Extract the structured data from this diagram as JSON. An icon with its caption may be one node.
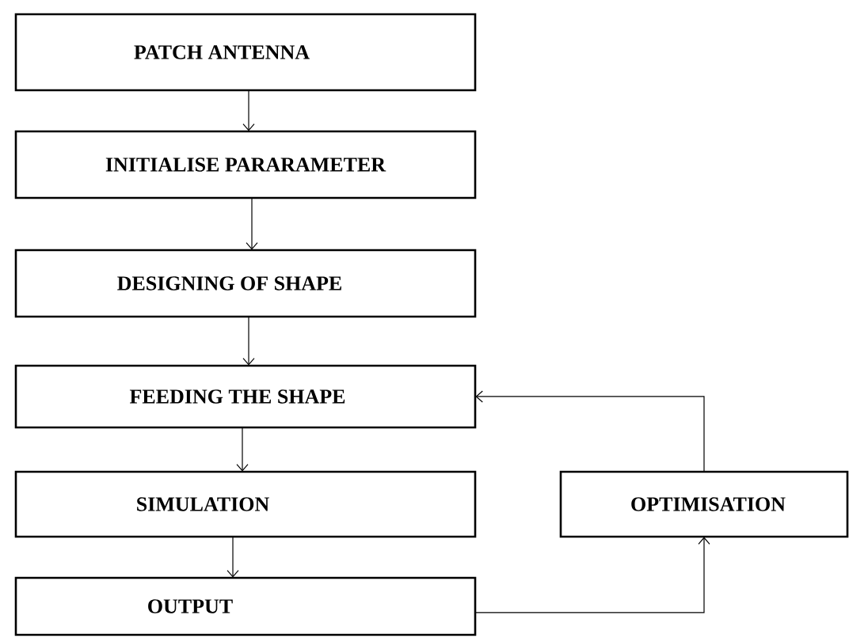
{
  "diagram": {
    "nodes": [
      {
        "text": [
          "PATCH ANTENNA"
        ]
      },
      {
        "text": [
          "INITIALISE PARARAMETER"
        ]
      },
      {
        "text": [
          "DESIGNING OF SHAPE"
        ]
      },
      {
        "text": [
          "FEEDING THE SHAPE"
        ]
      },
      {
        "text": [
          "SIMULATION"
        ]
      },
      {
        "text": [
          "OUTPUT"
        ]
      },
      {
        "text": [
          "OPTIMISATION"
        ]
      }
    ],
    "edges": [
      {
        "from": 0,
        "to": 1,
        "arrow": "to"
      },
      {
        "from": 1,
        "to": 2,
        "arrow": "to"
      },
      {
        "from": 2,
        "to": 3,
        "arrow": "to"
      },
      {
        "from": 3,
        "to": 4,
        "arrow": "to"
      },
      {
        "from": 4,
        "to": 5,
        "arrow": "to"
      },
      {
        "from": 5,
        "to": 6,
        "arrow": "to"
      },
      {
        "from": 6,
        "to": 3,
        "arrow": "to"
      }
    ]
  }
}
